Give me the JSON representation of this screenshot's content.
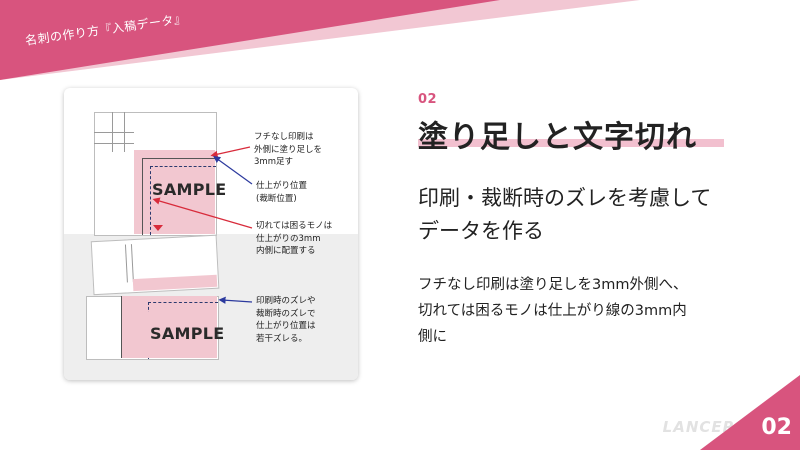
{
  "header": {
    "banner_text": "名刺の作り方『入稿データ』"
  },
  "figure": {
    "sample_top": "SAMPLE",
    "sample_bottom": "SAMPLE",
    "note1": [
      "フチなし印刷は",
      "外側に塗り足しを",
      "3mm足す"
    ],
    "note2": [
      "仕上がり位置",
      "(裁断位置)"
    ],
    "note3": [
      "切れては困るモノは",
      "仕上がりの3mm",
      "内側に配置する"
    ],
    "note4": [
      "印刷時のズレや",
      "裁断時のズレで",
      "仕上がり位置は",
      "若干ズレる。"
    ]
  },
  "content": {
    "number": "02",
    "title": "塗り足しと文字切れ",
    "subtitle": [
      "印刷・裁断時のズレを考慮して",
      "データを作る"
    ],
    "body": [
      "フチなし印刷は塗り足しを3mm外側へ、",
      "切れては困るモノは仕上がり線の3mm内",
      "側に"
    ]
  },
  "footer": {
    "brand": "LANCER X",
    "page": "02"
  },
  "colors": {
    "accent": "#d8547e",
    "pink_light": "#f2c7d0",
    "arrow_red": "#d82b3b",
    "arrow_blue": "#2c3a9e"
  }
}
